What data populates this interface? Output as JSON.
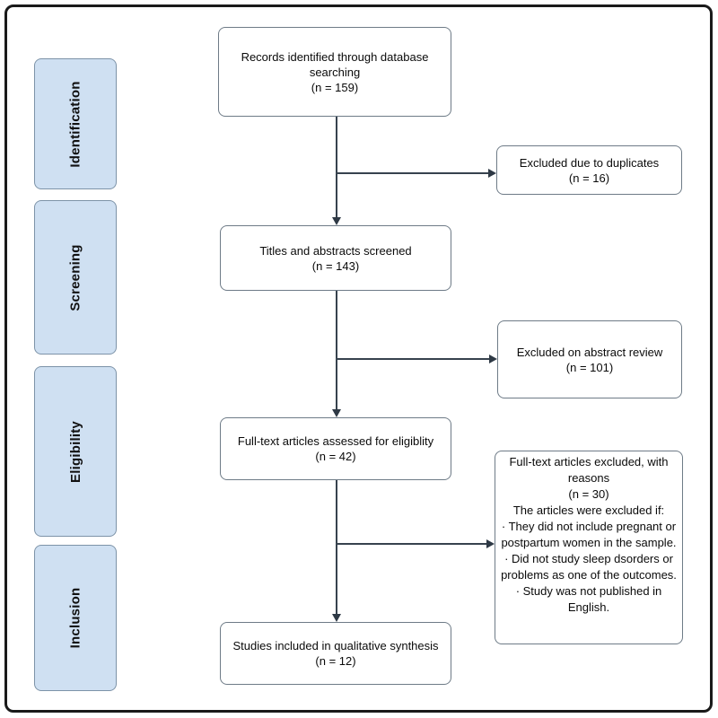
{
  "diagram": {
    "type": "prisma-flow",
    "stages": {
      "identification": "Identification",
      "screening": "Screening",
      "eligibility": "Eligibility",
      "inclusion": "Inclusion"
    },
    "flow_boxes": {
      "records": {
        "text": "Records identified through database searching",
        "n": "(n = 159)"
      },
      "screened": {
        "text": "Titles and abstracts screened",
        "n": "(n = 143)"
      },
      "fulltext": {
        "text": "Full-text articles assessed for eligiblity",
        "n": "(n = 42)"
      },
      "included": {
        "text": "Studies included in qualitative synthesis",
        "n": "(n = 12)"
      }
    },
    "side_boxes": {
      "duplicates": {
        "text": "Excluded due to duplicates",
        "n": "(n = 16)"
      },
      "abstract_review": {
        "text": "Excluded on abstract review",
        "n": "(n = 101)"
      },
      "fulltext_excluded": {
        "title": "Full-text articles excluded, with reasons",
        "n": "(n = 30)",
        "intro": "The articles were excluded if:",
        "reasons": [
          "· They did not include pregnant or postpartum women in the sample.",
          "· Did not study sleep dsorders or problems as one of the outcomes.",
          "· Study was not published in English."
        ]
      }
    },
    "colors": {
      "frame_border": "#1a1a1a",
      "box_border": "#6e7b87",
      "stage_fill": "#cfe0f2",
      "stage_border": "#7d93a8",
      "connector": "#2e3945",
      "text": "#0a0a0a"
    }
  }
}
